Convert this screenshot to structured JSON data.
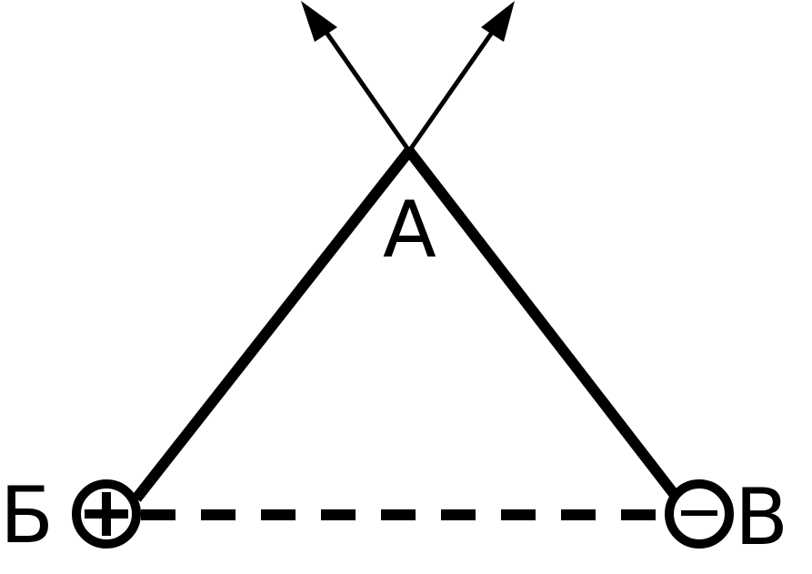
{
  "diagram": {
    "labels": {
      "apex": "А",
      "left_charge": "Б",
      "right_charge": "В"
    },
    "charges": {
      "left_sign": "+",
      "right_sign": "−"
    },
    "colors": {
      "ink": "#000000",
      "background": "#ffffff"
    },
    "icons": {
      "left_charge": "positive-charge-icon",
      "right_charge": "negative-charge-icon",
      "field_vectors": "arrow-icon"
    }
  }
}
